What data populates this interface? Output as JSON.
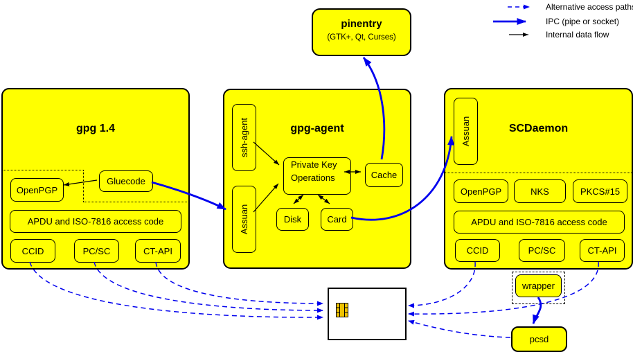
{
  "legend": {
    "items": [
      {
        "label": "Alternative access paths",
        "style": "blue-dashed"
      },
      {
        "label": "IPC (pipe or socket)",
        "style": "blue-solid"
      },
      {
        "label": "Internal data flow",
        "style": "black-solid"
      }
    ]
  },
  "pinentry": {
    "title": "pinentry",
    "subtitle": "(GTK+, Qt, Curses)"
  },
  "gpg14": {
    "title": "gpg 1.4",
    "openpgp": "OpenPGP",
    "gluecode": "Gluecode",
    "apdu": "APDU and ISO-7816 access code",
    "ccid": "CCID",
    "pcsc": "PC/SC",
    "ctapi": "CT-API"
  },
  "gpg_agent": {
    "title": "gpg-agent",
    "ssh_agent": "ssh-agent",
    "assuan": "Assuan",
    "pko_line1": "Private Key",
    "pko_line2": "Operations",
    "cache": "Cache",
    "disk": "Disk",
    "card": "Card"
  },
  "scdaemon": {
    "title": "SCDaemon",
    "assuan": "Assuan",
    "openpgp": "OpenPGP",
    "nks": "NKS",
    "pkcs15": "PKCS#15",
    "apdu": "APDU and ISO-7816 access code",
    "ccid": "CCID",
    "pcsc": "PC/SC",
    "ctapi": "CT-API"
  },
  "wrapper": {
    "label": "wrapper"
  },
  "pcsd": {
    "label": "pcsd"
  },
  "colors": {
    "box_fill": "#ffff00",
    "ipc_blue": "#0000ee",
    "line_black": "#000000",
    "chip_gold": "#eec200",
    "card_fill": "#ffffff"
  }
}
